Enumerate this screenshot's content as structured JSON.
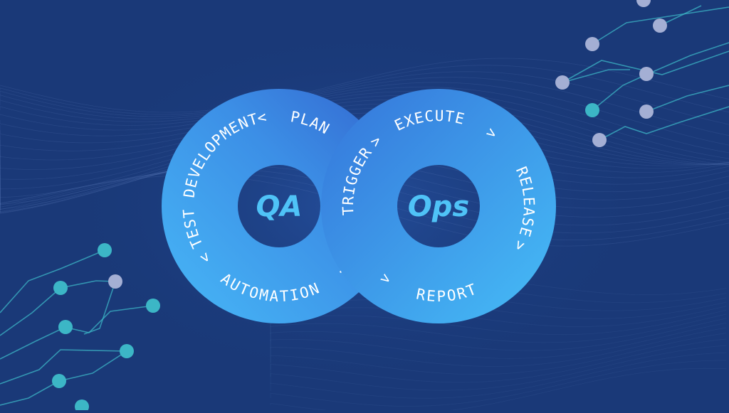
{
  "colors": {
    "background": "#1a3978",
    "ring_light": "#47b8f7",
    "ring_mid": "#3c93e8",
    "ring_dark": "#3366cf",
    "center_label": "#4fc3f7",
    "ring_text": "#ffffff",
    "circuit_teal": "#3cb6c6",
    "circuit_lavender": "#a4afd4"
  },
  "qa_ring": {
    "center_label": "QA",
    "stages": [
      {
        "label": "TEST DEVELOPMENT",
        "arrow": "<"
      },
      {
        "label": "PLAN",
        "arrow": ""
      },
      {
        "label": "AUTOMATION",
        "arrow": ">"
      }
    ],
    "lone_arrow": "<"
  },
  "ops_ring": {
    "center_label": "Ops",
    "stages": [
      {
        "label": "TRIGGER",
        "arrow": ">"
      },
      {
        "label": "EXECUTE",
        "arrow": ">"
      },
      {
        "label": "RELEASE",
        "arrow": ">"
      },
      {
        "label": "REPORT",
        "arrow": "<"
      }
    ]
  }
}
